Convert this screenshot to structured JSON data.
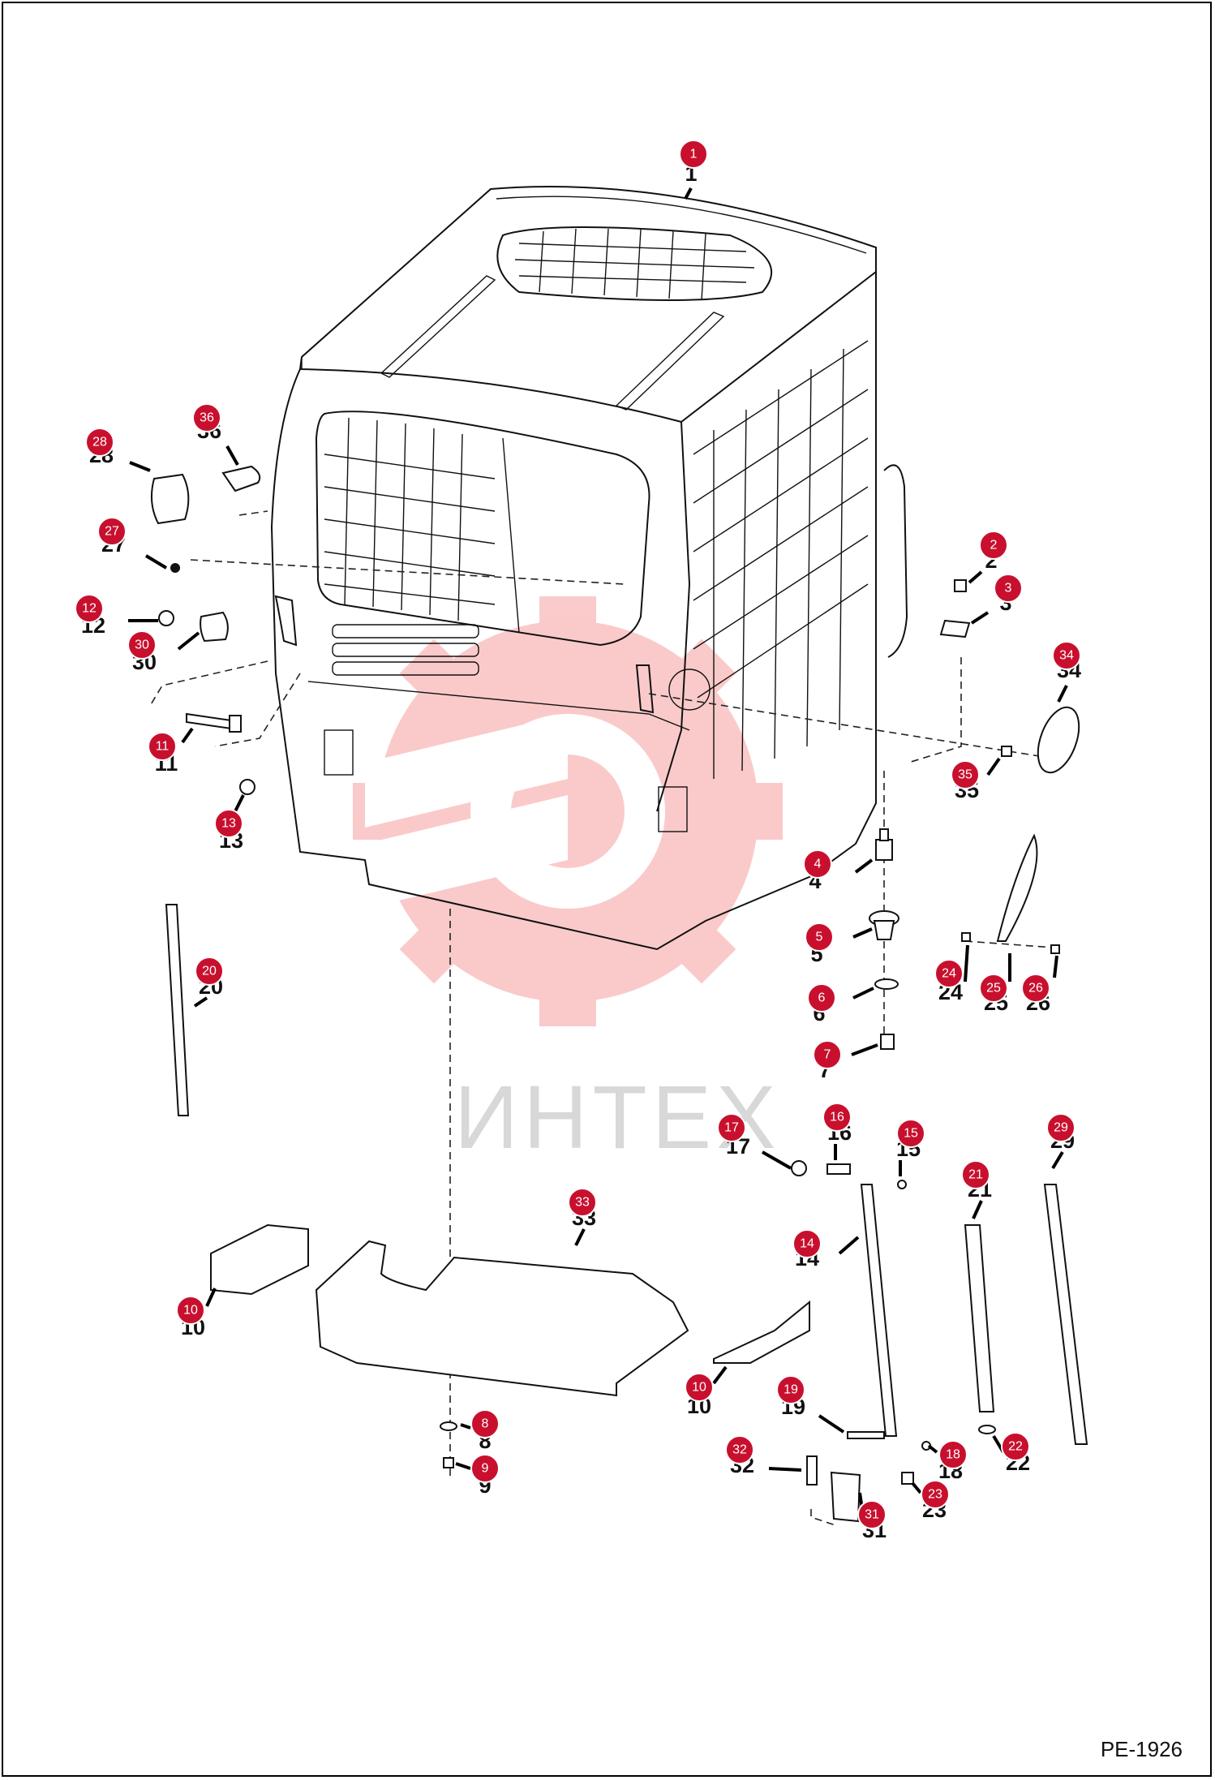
{
  "document_code": "PE-1926",
  "watermark": {
    "text": "ИНТЕХ",
    "logo": "gear-logo-icon",
    "logo_color": "#f26b6b",
    "text_color": "#d8d8d8"
  },
  "badge_color": "#c8102e",
  "parts": [
    {
      "id": "1",
      "badge": "1",
      "label": "1"
    },
    {
      "id": "2",
      "badge": "2",
      "label": "2"
    },
    {
      "id": "3",
      "badge": "3",
      "label": "3"
    },
    {
      "id": "4",
      "badge": "4",
      "label": "4"
    },
    {
      "id": "5",
      "badge": "5",
      "label": "5"
    },
    {
      "id": "6",
      "badge": "6",
      "label": "6"
    },
    {
      "id": "7",
      "badge": "7",
      "label": "7"
    },
    {
      "id": "8",
      "badge": "8",
      "label": "8"
    },
    {
      "id": "9",
      "badge": "9",
      "label": "9"
    },
    {
      "id": "10a",
      "badge": "10",
      "label": "10"
    },
    {
      "id": "10b",
      "badge": "10",
      "label": "10"
    },
    {
      "id": "11",
      "badge": "11",
      "label": "11"
    },
    {
      "id": "12",
      "badge": "12",
      "label": "12"
    },
    {
      "id": "13",
      "badge": "13",
      "label": "13"
    },
    {
      "id": "14",
      "badge": "14",
      "label": "14"
    },
    {
      "id": "15",
      "badge": "15",
      "label": "15"
    },
    {
      "id": "16",
      "badge": "16",
      "label": "16"
    },
    {
      "id": "17",
      "badge": "17",
      "label": "17"
    },
    {
      "id": "18",
      "badge": "18",
      "label": "18"
    },
    {
      "id": "19",
      "badge": "19",
      "label": "19"
    },
    {
      "id": "20",
      "badge": "20",
      "label": "20"
    },
    {
      "id": "21",
      "badge": "21",
      "label": "21"
    },
    {
      "id": "22",
      "badge": "22",
      "label": "22"
    },
    {
      "id": "23",
      "badge": "23",
      "label": "23"
    },
    {
      "id": "24",
      "badge": "24",
      "label": "24"
    },
    {
      "id": "25",
      "badge": "25",
      "label": "25"
    },
    {
      "id": "26",
      "badge": "26",
      "label": "26"
    },
    {
      "id": "27",
      "badge": "27",
      "label": "27"
    },
    {
      "id": "28",
      "badge": "28",
      "label": "28"
    },
    {
      "id": "29",
      "badge": "29",
      "label": "29"
    },
    {
      "id": "30",
      "badge": "30",
      "label": "30"
    },
    {
      "id": "31",
      "badge": "31",
      "label": "31"
    },
    {
      "id": "32",
      "badge": "32",
      "label": "32"
    },
    {
      "id": "33",
      "badge": "33",
      "label": "33"
    },
    {
      "id": "34",
      "badge": "34",
      "label": "34"
    },
    {
      "id": "35",
      "badge": "35",
      "label": "35"
    },
    {
      "id": "36",
      "badge": "36",
      "label": "36"
    }
  ]
}
